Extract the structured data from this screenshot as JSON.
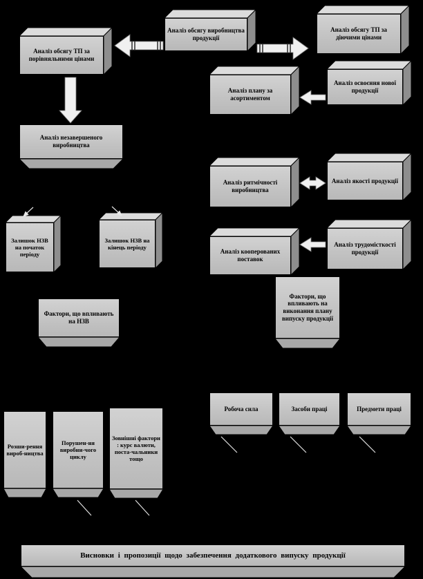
{
  "colors": {
    "background": "#000000",
    "box_face": "#c6c6c6",
    "box_top": "#dcdcdc",
    "box_side": "#8e8e8e",
    "arrow": "#f0f0f0",
    "text": "#000000"
  },
  "boxes": {
    "main": "Аналіз обсягу виробництва продукції",
    "tp_comparable": "Аналіз обсягу ТП за порівняльними цінами",
    "tp_current": "Аналіз обсягу ТП за діючими цінами",
    "assortment": "Аналіз плану за асортиментом",
    "new_products": "Аналіз освоєння нової продукції",
    "wip": "Аналіз незавершеного виробництва",
    "rhythm": "Аналіз ритмічності виробництва",
    "quality": "Аналіз якості продукції",
    "wip_start": "Залишок НЗВ на початок періоду",
    "wip_end": "Залишок НЗВ на кінець періоду",
    "cooperative": "Аналіз кооперованих поставок",
    "labor_intensity": "Аналіз трудомісткості продукції",
    "factors_wip": "Фактори, що впливають на НЗВ",
    "factors_plan": "Фактори, що впливають на виконання плану випуску продукції",
    "workforce": "Робоча сила",
    "means_of_labor": "Засоби праці",
    "objects_of_labor": "Предмети праці",
    "expansion": "Розши-рення вироб-ництва",
    "cycle_violation": "Порушен-ня виробни-чого циклу",
    "external_factors": "Зовнішні фактори : курс валюти, поста-чальники тощо",
    "conclusions": "Висновки і пропозиції щодо забезпечення додаткового випуску продукції"
  }
}
